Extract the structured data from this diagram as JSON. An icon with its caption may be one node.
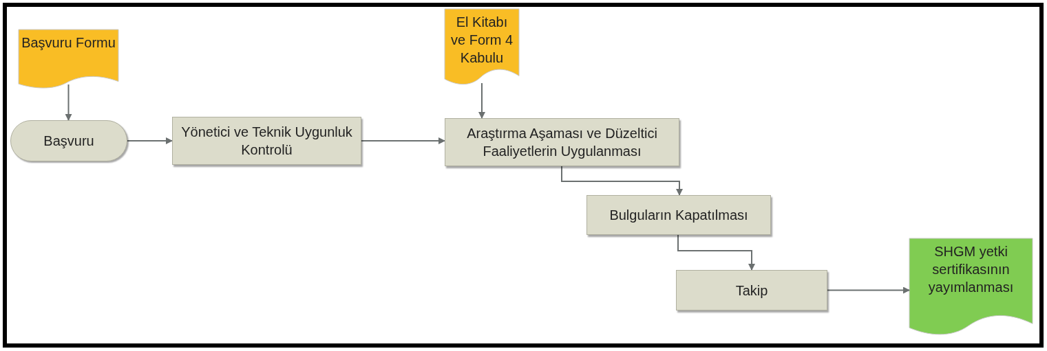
{
  "diagram": {
    "nodes": [
      {
        "text": [
          "Başvuru Formu"
        ]
      },
      {
        "text": [
          "Başvuru"
        ]
      },
      {
        "text": [
          "Yönetici ve Teknik Uygunluk Kontrolü"
        ]
      },
      {
        "text": [
          "El Kitabı ve Form 4 Kabulu"
        ]
      },
      {
        "text": [
          "Araştırma Aşaması ve Düzeltici Faaliyetlerin Uygulanması"
        ]
      },
      {
        "text": [
          "Bulguların Kapatılması"
        ]
      },
      {
        "text": [
          "Takip"
        ]
      },
      {
        "text": [
          "SHGM yetki sertifikasının yayımlanması"
        ]
      }
    ],
    "edges": [
      {
        "from": 0,
        "to": 1,
        "arrow": "to"
      },
      {
        "from": 1,
        "to": 2,
        "arrow": "to"
      },
      {
        "from": 2,
        "to": 4,
        "arrow": "to"
      },
      {
        "from": 3,
        "to": 4,
        "arrow": "to"
      },
      {
        "from": 4,
        "to": 5,
        "arrow": "to"
      },
      {
        "from": 5,
        "to": 6,
        "arrow": "to"
      },
      {
        "from": 6,
        "to": 7,
        "arrow": "to"
      }
    ]
  }
}
